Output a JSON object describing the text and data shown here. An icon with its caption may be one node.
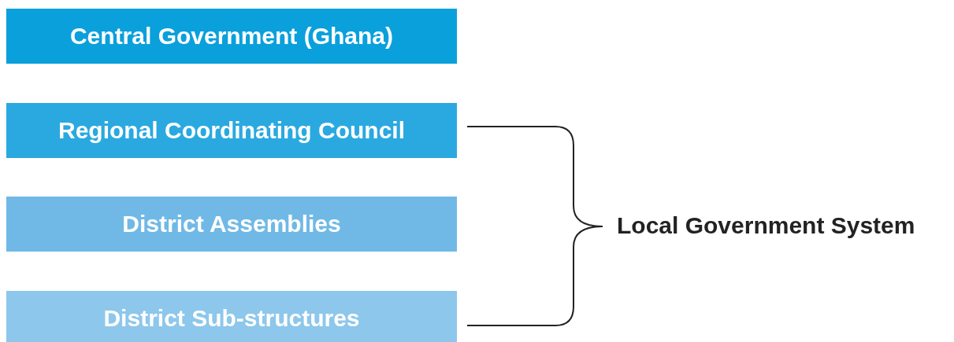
{
  "diagram": {
    "nodes": [
      {
        "text": [
          "Central Government (Ghana)"
        ]
      },
      {
        "text": [
          "Regional Coordinating Council"
        ]
      },
      {
        "text": [
          "District Assemblies"
        ]
      },
      {
        "text": [
          "District Sub-structures"
        ]
      }
    ],
    "labels": [
      "Local Government System"
    ]
  }
}
